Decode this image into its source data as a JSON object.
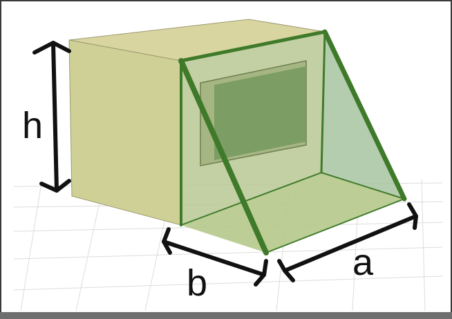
{
  "diagram": {
    "labels": {
      "height": "h",
      "depth": "b",
      "width": "a"
    },
    "colors": {
      "box_face": "#d6d49a",
      "box_front": "#c8cc8e",
      "triangle_fill": "#a9c48d",
      "window_fill": "#6f935a",
      "strut": "#3f7a2a",
      "arrow": "#111111",
      "grid": "#d9d9d9"
    }
  }
}
